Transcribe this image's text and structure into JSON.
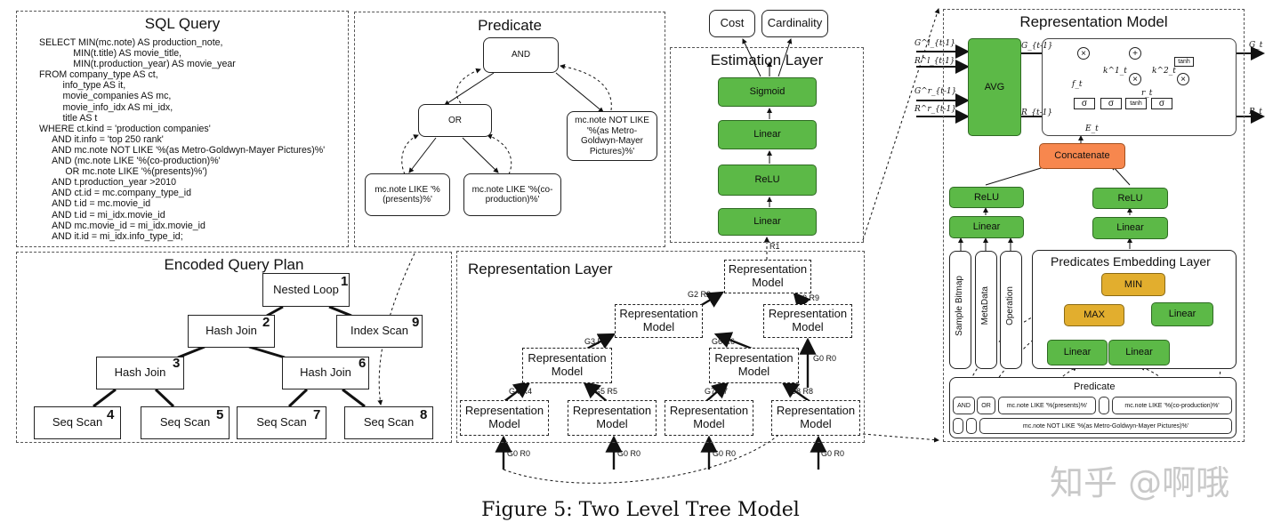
{
  "sql": {
    "title": "SQL Query",
    "text": "SELECT MIN(mc.note) AS production_note,\n             MIN(t.title) AS movie_title,\n             MIN(t.production_year) AS movie_year\nFROM company_type AS ct,\n         info_type AS it,\n         movie_companies AS mc,\n         movie_info_idx AS mi_idx,\n         title AS t\nWHERE ct.kind = 'production companies'\n     AND it.info = 'top 250 rank'\n     AND mc.note NOT LIKE '%(as Metro-Goldwyn-Mayer Pictures)%'\n     AND (mc.note LIKE '%(co-production)%'\n          OR mc.note LIKE '%(presents)%')\n     AND t.production_year >2010\n     AND ct.id = mc.company_type_id\n     AND t.id = mc.movie_id\n     AND t.id = mi_idx.movie_id\n     AND mc.movie_id = mi_idx.movie_id\n     AND it.id = mi_idx.info_type_id;"
  },
  "predicate": {
    "title": "Predicate",
    "and": "AND",
    "or": "OR",
    "not_like": "mc.note NOT LIKE '%(as Metro-Goldwyn-Mayer Pictures)%'",
    "like_presents": "mc.note LIKE '%(presents)%'",
    "like_coprod": "mc.note LIKE '%(co-production)%'"
  },
  "plan": {
    "title": "Encoded Query Plan",
    "nodes": [
      {
        "label": "Nested Loop",
        "num": "1"
      },
      {
        "label": "Hash Join",
        "num": "2"
      },
      {
        "label": "Hash Join",
        "num": "3"
      },
      {
        "label": "Seq Scan",
        "num": "4"
      },
      {
        "label": "Seq Scan",
        "num": "5"
      },
      {
        "label": "Hash Join",
        "num": "6"
      },
      {
        "label": "Seq Scan",
        "num": "7"
      },
      {
        "label": "Seq Scan",
        "num": "8"
      },
      {
        "label": "Index Scan",
        "num": "9"
      }
    ]
  },
  "estimation": {
    "title": "Estimation Layer",
    "outputs": [
      "Cost",
      "Cardinality"
    ],
    "layers": [
      "Sigmoid",
      "Linear",
      "ReLU",
      "Linear"
    ],
    "input": "R1"
  },
  "repr_layer": {
    "title": "Representation Layer",
    "node_label": "Representation Model",
    "edges": [
      "G2 R2",
      "G9 R9",
      "G3 R3",
      "G6 R6",
      "G4 R4",
      "G5 R5",
      "G7 R7",
      "G8 R8",
      "G0 R0"
    ]
  },
  "repr_model": {
    "title": "Representation Model",
    "avg": "AVG",
    "concat": "Concatenate",
    "relu": "ReLU",
    "linear": "Linear",
    "tanh": "tanh",
    "sigma": "σ",
    "ops": [
      "×",
      "+",
      "×",
      "×"
    ],
    "inputs": [
      "G^l_{t-1}",
      "R^l_{t-1}",
      "G^r_{t-1}",
      "R^r_{t-1}"
    ],
    "gate_labels": [
      "G_{t-1}",
      "R_{t-1}",
      "G_t",
      "R_t",
      "E_t",
      "f_t",
      "k^1_t",
      "k^2_t",
      "r_t"
    ],
    "features": [
      "Sample Bitmap",
      "MetaData",
      "Operation"
    ],
    "pred_embed_title": "Predicates Embedding Layer",
    "min": "MIN",
    "max": "MAX",
    "pred_title": "Predicate",
    "pills": [
      "AND",
      "OR",
      "mc.note LIKE '%(presents)%'",
      "mc.note LIKE '%(co-production)%'",
      "mc.note NOT LIKE '%(as Metro-Goldwyn-Mayer Pictures)%'"
    ]
  },
  "caption": "Figure 5: Two Level Tree Model",
  "watermark": "知乎 @啊哦"
}
